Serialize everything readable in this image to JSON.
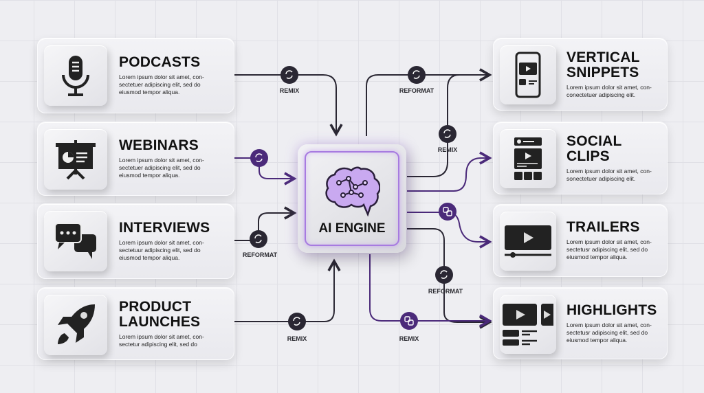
{
  "inputs": [
    {
      "title": "PODCASTS",
      "desc": "Lorem ipsum dolor sit amet, con-sectetuer adipiscing elit, sed do eiusmod tempor aliqua.",
      "icon": "microphone-icon"
    },
    {
      "title": "WEBINARS",
      "desc": "Lorem ipsum dolor sit amet, con-sectetuer adipiscing elit, sed do eiusmod tempor aliqua.",
      "icon": "presentation-icon"
    },
    {
      "title": "INTERVIEWS",
      "desc": "Lorem ipsum dolor sit amet, con-sectetuur adipiscing elit, sed do eiusmod tempor aliqua.",
      "icon": "chat-bubbles-icon"
    },
    {
      "title": "PRODUCT LAUNCHES",
      "desc": "Lorem ipsum dolor sit amet, con-sectetur adipiscing elit, sed do",
      "icon": "rocket-icon"
    }
  ],
  "outputs": [
    {
      "title": "VERTICAL SNIPPETS",
      "desc": "Lorem ipsum dolor sit amet, con-conectetuer adipiscing elit.",
      "icon": "phone-video-icon"
    },
    {
      "title": "SOCIAL CLIPS",
      "desc": "Lorem ipsum dolor sit amet, con-sonectetuer adipiscing elit.",
      "icon": "social-feed-icon"
    },
    {
      "title": "TRAILERS",
      "desc": "Lorem ipsum dolor sit amet, con-sectetusr adipiscing elit, sed do eiusmod tempor aliqua.",
      "icon": "video-player-icon"
    },
    {
      "title": "HIGHLIGHTS",
      "desc": "Lorem ipsum dolor sit amet, con-sectetusr adipiscing elit, sed do eiusmod tempor aliqua.",
      "icon": "video-grid-icon"
    }
  ],
  "engine": {
    "label": "AI ENGINE",
    "icon": "brain-icon"
  },
  "labels": [
    "REMIX",
    "REFORMAT",
    "REFORMAT",
    "REMIX",
    "REMIX",
    "REFORMAT",
    "REMIX"
  ],
  "colors": {
    "dark": "#2a2733",
    "purple": "#4b2a7a",
    "glow": "#a77be0"
  }
}
